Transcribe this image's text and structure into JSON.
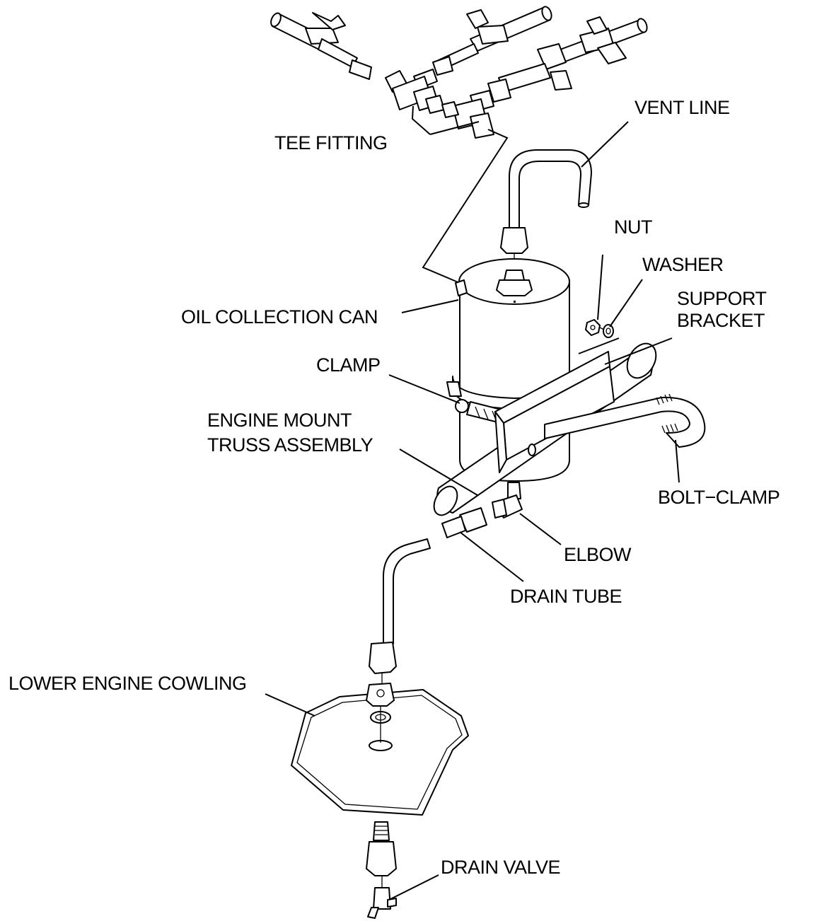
{
  "labels": {
    "tee_fitting": "TEE FITTING",
    "vent_line": "VENT LINE",
    "nut": "NUT",
    "washer": "WASHER",
    "support_bracket_1": "SUPPORT",
    "support_bracket_2": "BRACKET",
    "oil_collection_can": "OIL COLLECTION CAN",
    "clamp": "CLAMP",
    "engine_mount_1": "ENGINE MOUNT",
    "engine_mount_2": "TRUSS ASSEMBLY",
    "bolt_clamp": "BOLT−CLAMP",
    "elbow": "ELBOW",
    "drain_tube": "DRAIN TUBE",
    "lower_engine_cowling": "LOWER ENGINE COWLING",
    "drain_valve": "DRAIN VALVE"
  }
}
